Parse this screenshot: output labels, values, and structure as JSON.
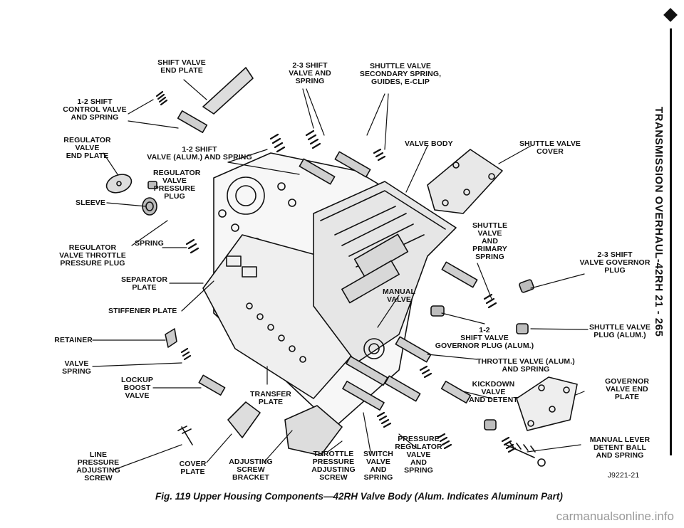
{
  "figure": {
    "caption": "Fig. 119 Upper Housing Components—42RH Valve Body (Alum. Indicates Aluminum Part)",
    "code": "J9221-21",
    "page_header": "TRANSMISSION OVERHAUL-42RH     21 - 265",
    "watermark": "carmanualsonline.info"
  },
  "labels": {
    "shift_valve_end_plate": "SHIFT VALVE\nEND PLATE",
    "valve_2_3_shift": "2-3 SHIFT\nVALVE AND\nSPRING",
    "shuttle_secondary": "SHUTTLE VALVE\nSECONDARY SPRING,\nGUIDES, E-CLIP",
    "control_1_2": "1-2 SHIFT\nCONTROL VALVE\nAND SPRING",
    "regulator_end_plate": "REGULATOR\nVALVE\nEND PLATE",
    "shift_1_2_alum": "1-2 SHIFT\nVALVE (ALUM.) AND SPRING",
    "valve_body": "VALVE BODY",
    "shuttle_cover": "SHUTTLE VALVE\nCOVER",
    "reg_pressure_plug": "REGULATOR\nVALVE\nPRESSURE\nPLUG",
    "sleeve": "SLEEVE",
    "shuttle_primary": "SHUTTLE\nVALVE\nAND\nPRIMARY\nSPRING",
    "reg_throttle": "REGULATOR\nVALVE THROTTLE\nPRESSURE PLUG",
    "spring": "SPRING",
    "gov_plug_2_3": "2-3 SHIFT\nVALVE GOVERNOR\nPLUG",
    "separator_plate": "SEPARATOR\nPLATE",
    "manual_valve": "MANUAL\nVALVE",
    "stiffener_plate": "STIFFENER PLATE",
    "gov_plug_1_2": "1-2\nSHIFT VALVE\nGOVERNOR PLUG (ALUM.)",
    "shuttle_plug": "SHUTTLE VALVE\nPLUG (ALUM.)",
    "retainer": "RETAINER",
    "throttle_valve": "THROTTLE VALVE (ALUM.)\nAND SPRING",
    "valve_spring": "VALVE\nSPRING",
    "lockup_boost": "LOCKUP\nBOOST\nVALVE",
    "kickdown": "KICKDOWN\nVALVE\nAND DETENT",
    "governor_end_plate": "GOVERNOR\nVALVE END\nPLATE",
    "transfer_plate": "TRANSFER\nPLATE",
    "manual_lever": "MANUAL LEVER\nDETENT BALL\nAND SPRING",
    "line_pressure": "LINE\nPRESSURE\nADJUSTING\nSCREW",
    "cover_plate": "COVER\nPLATE",
    "adjusting_bracket": "ADJUSTING\nSCREW\nBRACKET",
    "throttle_adjusting": "THROTTLE\nPRESSURE\nADJUSTING\nSCREW",
    "switch_valve": "SWITCH\nVALVE\nAND\nSPRING",
    "pressure_regulator": "PRESSURE\nREGULATOR\nVALVE\nAND\nSPRING"
  }
}
